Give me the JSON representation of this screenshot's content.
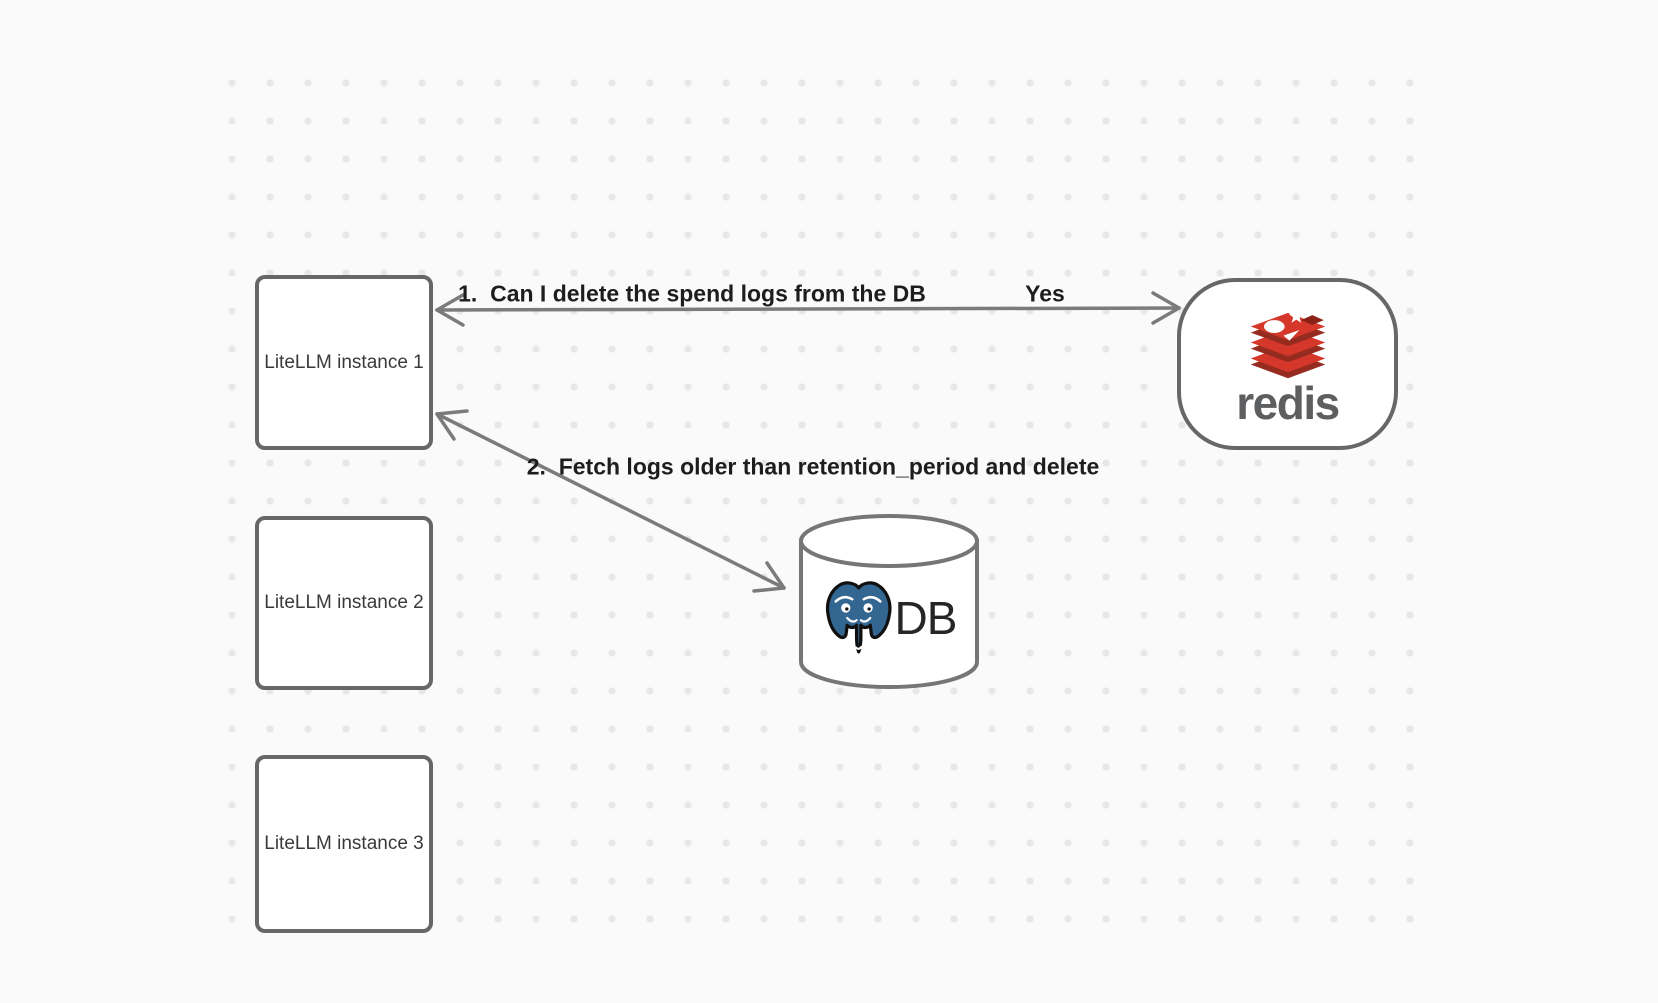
{
  "diagram": {
    "nodes": {
      "instance1": {
        "label": "LiteLLM instance 1"
      },
      "instance2": {
        "label": "LiteLLM instance 2"
      },
      "instance3": {
        "label": "LiteLLM instance 3"
      },
      "redis": {
        "wordmark": "redis"
      },
      "db": {
        "label": "DB"
      }
    },
    "edges": {
      "edge1": {
        "label": "1.  Can I delete the spend logs from the DB",
        "response": "Yes",
        "from": "redis",
        "to": "instance1",
        "direction": "bidirectional"
      },
      "edge2": {
        "label": "2.  Fetch logs older than retention_period and delete",
        "from": "instance1",
        "to": "db",
        "direction": "bidirectional"
      }
    },
    "colors": {
      "background": "#fafafa",
      "grid_dot": "#e7e7e7",
      "node_border": "#676767",
      "arrow": "#7b7b7b",
      "edge_label_text": "#1d1d1d",
      "node_label_text": "#3a3a3a",
      "redis_red": "#d5382a",
      "redis_red_dark": "#962b20",
      "redis_cube_hole": "#8c2217",
      "redis_wordmark_gray": "#5d5e60",
      "postgres_blue": "#336791",
      "db_text": "#262626"
    }
  }
}
